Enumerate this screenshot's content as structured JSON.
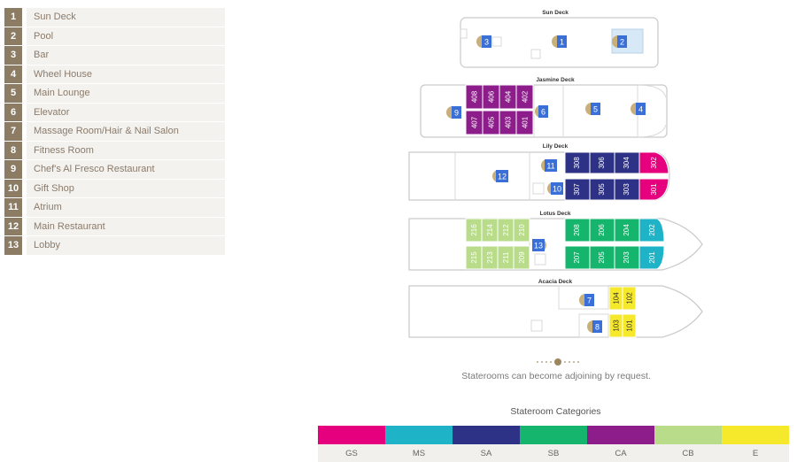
{
  "legend": [
    {
      "num": "1",
      "label": "Sun Deck"
    },
    {
      "num": "2",
      "label": "Pool"
    },
    {
      "num": "3",
      "label": "Bar"
    },
    {
      "num": "4",
      "label": "Wheel House"
    },
    {
      "num": "5",
      "label": "Main Lounge"
    },
    {
      "num": "6",
      "label": "Elevator"
    },
    {
      "num": "7",
      "label": "Massage Room/Hair & Nail Salon"
    },
    {
      "num": "8",
      "label": "Fitness Room"
    },
    {
      "num": "9",
      "label": "Chef's Al Fresco Restaurant"
    },
    {
      "num": "10",
      "label": "Gift Shop"
    },
    {
      "num": "11",
      "label": "Atrium"
    },
    {
      "num": "12",
      "label": "Main Restaurant"
    },
    {
      "num": "13",
      "label": "Lobby"
    }
  ],
  "decks": {
    "sun": {
      "title": "Sun Deck",
      "markers": [
        "3",
        "1",
        "2"
      ]
    },
    "jasmine": {
      "title": "Jasmine Deck",
      "markers": [
        "9",
        "6",
        "5",
        "4"
      ],
      "cabins_top": [
        "408",
        "406",
        "404",
        "402"
      ],
      "cabins_bottom": [
        "407",
        "405",
        "403",
        "401"
      ]
    },
    "lily": {
      "title": "Lily Deck",
      "markers": [
        "12",
        "11",
        "10"
      ],
      "cabins_top": [
        "308",
        "306",
        "304",
        "302"
      ],
      "cabins_bottom": [
        "307",
        "305",
        "303",
        "301"
      ]
    },
    "lotus": {
      "title": "Lotus Deck",
      "markers": [
        "13"
      ],
      "cabins_top": [
        "216",
        "214",
        "212",
        "210",
        "208",
        "206",
        "204",
        "202"
      ],
      "cabins_bottom": [
        "215",
        "213",
        "211",
        "209",
        "207",
        "205",
        "203",
        "201"
      ]
    },
    "acacia": {
      "title": "Acacia Deck",
      "markers": [
        "7",
        "8"
      ],
      "cabins_top": [
        "104",
        "102"
      ],
      "cabins_bottom": [
        "103",
        "101"
      ]
    }
  },
  "colors": {
    "GS": "#e6007e",
    "MS": "#1fb3c8",
    "SA": "#2e3286",
    "SB": "#16b56d",
    "CA": "#8e1d8c",
    "CB": "#b9dc8a",
    "E": "#f6e82a"
  },
  "note": "Staterooms can become adjoining by request.",
  "categories_title": "Stateroom Categories",
  "categories": [
    {
      "name": "GS",
      "color": "#e6007e"
    },
    {
      "name": "MS",
      "color": "#1fb3c8"
    },
    {
      "name": "SA",
      "color": "#2e3286"
    },
    {
      "name": "SB",
      "color": "#16b56d"
    },
    {
      "name": "CA",
      "color": "#8e1d8c"
    },
    {
      "name": "CB",
      "color": "#b9dc8a"
    },
    {
      "name": "E",
      "color": "#f6e82a"
    }
  ]
}
